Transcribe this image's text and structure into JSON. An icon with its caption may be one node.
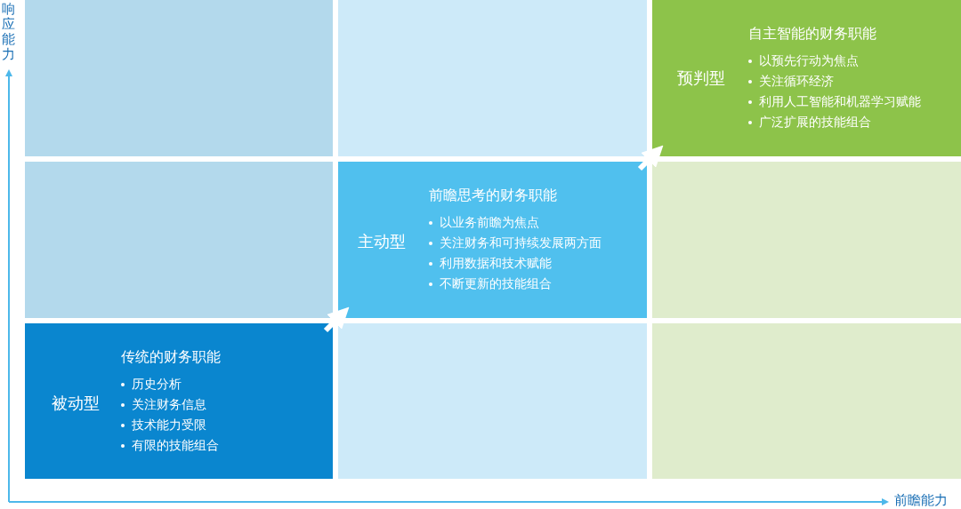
{
  "diagram": {
    "nodes": [
      {
        "text": [],
        "shape": "box"
      },
      {
        "text": [],
        "shape": "box"
      },
      {
        "text": [
          "预判型",
          "自主智能的财务职能",
          "以预先行动为焦点",
          "关注循环经济",
          "利用人工智能和机器学习赋能",
          "广泛扩展的技能组合"
        ]
      },
      {
        "text": [],
        "shape": "box"
      },
      {
        "text": [
          "主动型",
          "前瞻思考的财务职能",
          "以业务前瞻为焦点",
          "关注财务和可持续发展两方面",
          "利用数据和技术赋能",
          "不断更新的技能组合"
        ]
      },
      {
        "text": [],
        "shape": "box"
      },
      {
        "text": [
          "被动型",
          "传统的财务职能",
          "历史分析",
          "关注财务信息",
          "技术能力受限",
          "有限的技能组合"
        ]
      },
      {
        "text": [],
        "shape": "box"
      },
      {
        "text": [],
        "shape": "box"
      }
    ],
    "edges": [
      {
        "from": 6,
        "to": 4,
        "arrow": "to"
      },
      {
        "from": 4,
        "to": 2,
        "arrow": "to"
      }
    ],
    "labels": [
      "响应能力",
      "前瞻能力"
    ]
  }
}
